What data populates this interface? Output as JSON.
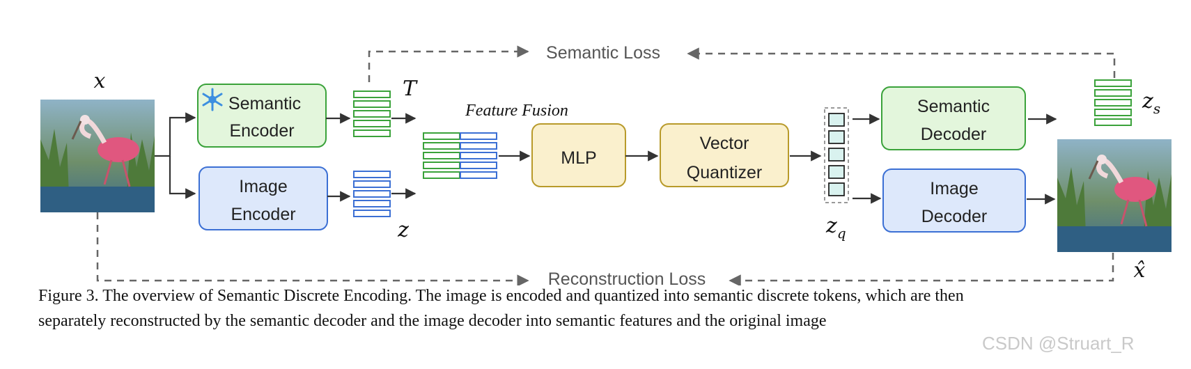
{
  "diagram": {
    "input_symbol": "x",
    "output_symbol": "x̂",
    "semantic_encoder": {
      "line1": "Semantic",
      "line2": "Encoder",
      "frozen_icon": "snowflake-icon"
    },
    "image_encoder": {
      "line1": "Image",
      "line2": "Encoder"
    },
    "semantic_feature_symbol": "T",
    "image_feature_symbol": "z",
    "feature_fusion_label": "Feature Fusion",
    "mlp_label": "MLP",
    "vector_quantizer": {
      "line1": "Vector",
      "line2": "Quantizer"
    },
    "quantized_symbol": "z",
    "quantized_subscript": "q",
    "semantic_decoder": {
      "line1": "Semantic",
      "line2": "Decoder"
    },
    "image_decoder": {
      "line1": "Image",
      "line2": "Decoder"
    },
    "semantic_output_symbol": "z",
    "semantic_output_subscript": "s",
    "semantic_loss_label": "Semantic Loss",
    "reconstruction_loss_label": "Reconstruction Loss",
    "colors": {
      "semantic_fill": "#e3f6dc",
      "semantic_stroke": "#3aa23a",
      "image_fill": "#dde8fb",
      "image_stroke": "#3b6fd4",
      "mlp_fill": "#faf0cd",
      "mlp_stroke": "#b89a2a",
      "token_fill": "#d9f2ef",
      "arrow": "#333333",
      "loss_line": "#666666"
    }
  },
  "caption": {
    "line1": "Figure 3. The overview of Semantic Discrete Encoding. The image is encoded and quantized into semantic discrete tokens, which are then",
    "line2": "separately reconstructed by the semantic decoder and the image decoder into semantic features and the original image"
  },
  "watermark": "CSDN @Struart_R"
}
